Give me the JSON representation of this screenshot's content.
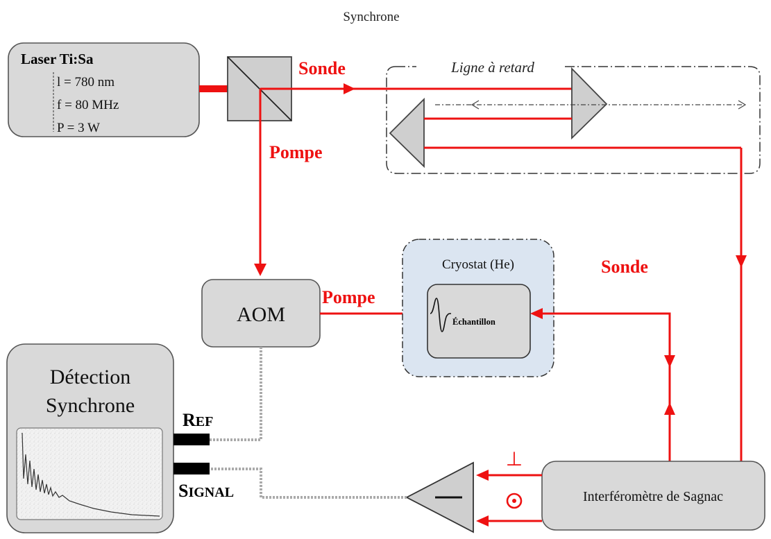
{
  "title": "Synchrone",
  "laser": {
    "title": "Laser Ti:Sa",
    "params": [
      "l = 780 nm",
      "f = 80 MHz",
      "P = 3 W"
    ]
  },
  "beams": {
    "probe_top": "Sonde",
    "pump_vertical": "Pompe",
    "pump_to_sample": "Pompe",
    "probe_right": "Sonde"
  },
  "delay_line": {
    "label": "Ligne à retard"
  },
  "aom": {
    "label": "AOM"
  },
  "cryostat": {
    "label": "Cryostat (He)",
    "sample": "Échantillon"
  },
  "lockin": {
    "title_line1": "Détection",
    "title_line2": "Synchrone",
    "ref_big": "R",
    "ref_small": "EF",
    "signal_big": "S",
    "signal_small": "IGNAL"
  },
  "sagnac": {
    "label": "Interféromètre de Sagnac"
  },
  "polarization": {
    "perpendicular": "⊥",
    "parallel": "⊙"
  },
  "colors": {
    "beam": "#ee1111",
    "box_fill": "#d9d9d9",
    "cryostat_fill": "#dbe5f1",
    "cable": "#aaaaaa"
  }
}
